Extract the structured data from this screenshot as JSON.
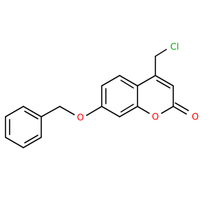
{
  "molecule": {
    "atoms": {
      "chlorine": {
        "label": "Cl",
        "color": "#00b400"
      },
      "ether_oxygen": {
        "label": "O",
        "color": "#ff0000"
      },
      "ring_oxygen": {
        "label": "O",
        "color": "#ff0000"
      },
      "carbonyl_oxygen": {
        "label": "O",
        "color": "#ff0000"
      }
    }
  }
}
